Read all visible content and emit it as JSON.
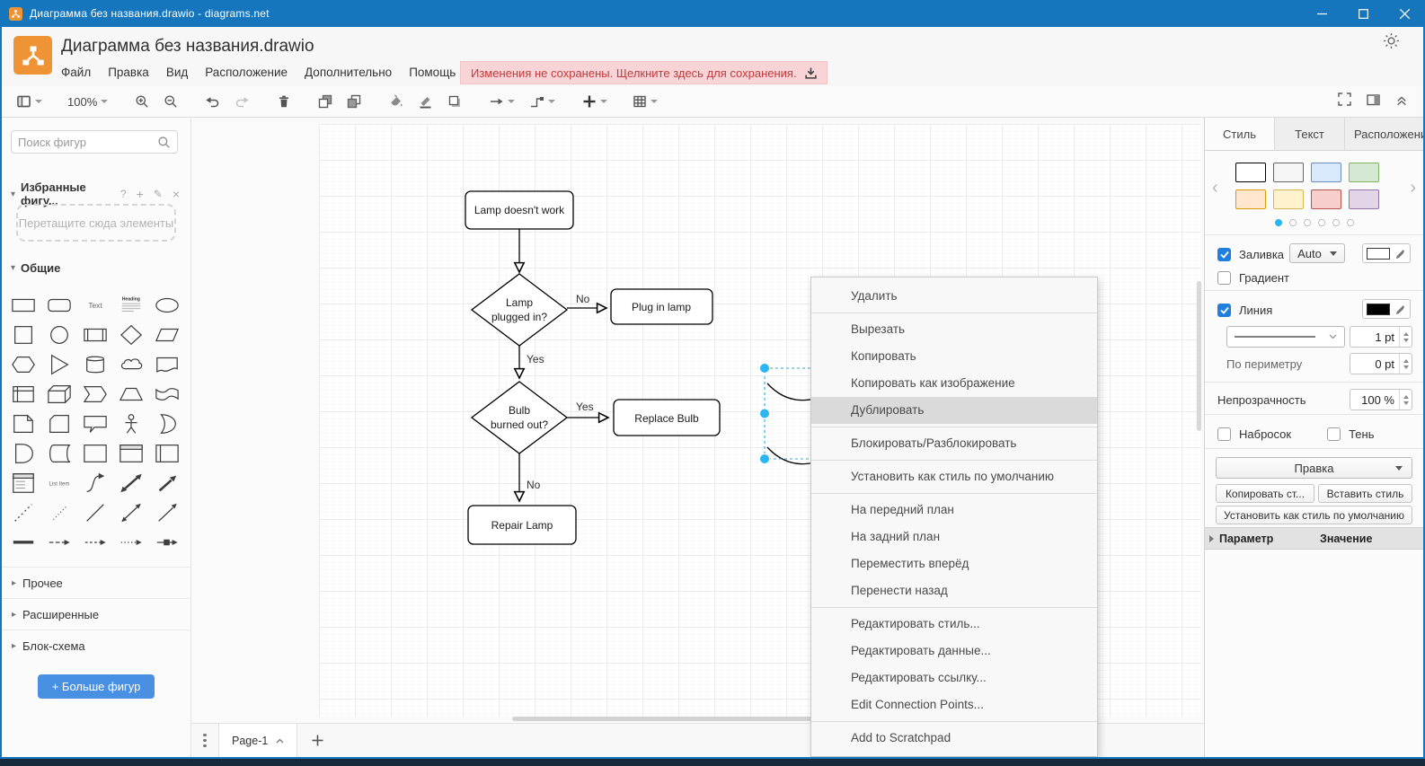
{
  "window": {
    "title": "Диаграмма без названия.drawio - diagrams.net"
  },
  "header": {
    "title": "Диаграмма без названия.drawio",
    "menus": [
      "Файл",
      "Правка",
      "Вид",
      "Расположение",
      "Дополнительно",
      "Помощь"
    ],
    "unsaved_warning": "Изменения не сохранены. Щелкните здесь для сохранения."
  },
  "toolbar": {
    "zoom_level": "100%"
  },
  "sidebar": {
    "search_placeholder": "Поиск фигур",
    "favorites_title": "Избранные фигу...",
    "favorites_help_glyph": "?",
    "favorites_add_glyph": "+",
    "favorites_edit_glyph": "✎",
    "favorites_close_glyph": "×",
    "collapse_open_glyph": "▾",
    "collapse_closed_glyph": "▸",
    "drop_hint": "Перетащите сюда элементы",
    "section_general": "Общие",
    "section_misc": "Прочее",
    "section_advanced": "Расширенные",
    "section_flowchart": "Блок-схема",
    "more_shapes_label": "+ Больше фигур",
    "icon_labels": {
      "text": "Text",
      "heading": "Heading",
      "list_item": "List Item"
    },
    "shapes": [
      "rectangle",
      "rounded-rectangle",
      "text",
      "textbox",
      "ellipse",
      "square",
      "circle",
      "process",
      "diamond",
      "parallelogram",
      "hexagon",
      "triangle",
      "cylinder",
      "cloud",
      "document",
      "internal-storage",
      "cube",
      "step",
      "trapezoid",
      "tape",
      "note",
      "card",
      "callout",
      "actor",
      "or",
      "and",
      "data-storage",
      "container",
      "vertical-container",
      "horizontal-container",
      "list",
      "list-item",
      "curve",
      "bidirectional-arrow",
      "arrow",
      "dashed-line",
      "dotted-line",
      "line",
      "bidirectional-connector",
      "directional-connector",
      "link",
      "directional-edge",
      "dashed-edge",
      "dotted-edge",
      "labeled-edge"
    ]
  },
  "canvas": {
    "flowchart": {
      "start": "Lamp doesn't work",
      "q1_line1": "Lamp",
      "q1_line2": "plugged in?",
      "plug": "Plug in lamp",
      "q2_line1": "Bulb",
      "q2_line2": "burned out?",
      "replace": "Replace Bulb",
      "repair": "Repair Lamp",
      "label_no1": "No",
      "label_yes1": "Yes",
      "label_yes2": "Yes",
      "label_no2": "No"
    }
  },
  "context_menu": {
    "items": [
      {
        "label": "Удалить",
        "sep": true
      },
      {
        "label": "Вырезать"
      },
      {
        "label": "Копировать"
      },
      {
        "label": "Копировать как изображение"
      },
      {
        "label": "Дублировать",
        "active": true,
        "sep": true
      },
      {
        "label": "Блокировать/Разблокировать",
        "sep": true
      },
      {
        "label": "Установить как стиль по умолчанию",
        "sep": true
      },
      {
        "label": "На передний план"
      },
      {
        "label": "На задний план"
      },
      {
        "label": "Переместить вперёд"
      },
      {
        "label": "Перенести назад",
        "sep": true
      },
      {
        "label": "Редактировать стиль..."
      },
      {
        "label": "Редактировать данные..."
      },
      {
        "label": "Редактировать ссылку..."
      },
      {
        "label": "Edit Connection Points...",
        "sep": true
      },
      {
        "label": "Add to Scratchpad"
      }
    ]
  },
  "format_panel": {
    "tabs": [
      "Стиль",
      "Текст",
      "Расположение"
    ],
    "active_tab": "Стиль",
    "prev_glyph": "‹",
    "next_glyph": "›",
    "swatches": [
      {
        "fill": "#ffffff",
        "stroke": "#000000"
      },
      {
        "fill": "#f5f5f5",
        "stroke": "#666666"
      },
      {
        "fill": "#dae8fc",
        "stroke": "#6c8ebf"
      },
      {
        "fill": "#d5e8d4",
        "stroke": "#82b366"
      },
      {
        "fill": "#ffe6cc",
        "stroke": "#d79b00"
      },
      {
        "fill": "#fff2cc",
        "stroke": "#d6b656"
      },
      {
        "fill": "#f8cecc",
        "stroke": "#b85450"
      },
      {
        "fill": "#e1d5e7",
        "stroke": "#9673a6"
      }
    ],
    "dot_count": 6,
    "active_dot": 0,
    "fill_label": "Заливка",
    "fill_mode": "Auto",
    "gradient_label": "Градиент",
    "line_label": "Линия",
    "line_width": "1 pt",
    "perimeter_label": "По периметру",
    "perimeter_value": "0 pt",
    "opacity_label": "Непрозрачность",
    "opacity_value": "100 %",
    "sketch_label": "Набросок",
    "shadow_label": "Тень",
    "edit_label": "Правка",
    "copy_style_label": "Копировать ст...",
    "paste_style_label": "Вставить стиль",
    "set_default_label": "Установить как стиль по умолчанию",
    "property_header": "Параметр",
    "value_header": "Значение"
  },
  "footer": {
    "page_tab": "Page-1"
  },
  "colors": {
    "titlebar": "#1576bd",
    "accent_blue": "#4a90e2",
    "selection_handle": "#29b6f2",
    "warning_bg": "#f8d4d7",
    "warning_text": "#c23b3d",
    "logo_orange": "#ef9434"
  }
}
